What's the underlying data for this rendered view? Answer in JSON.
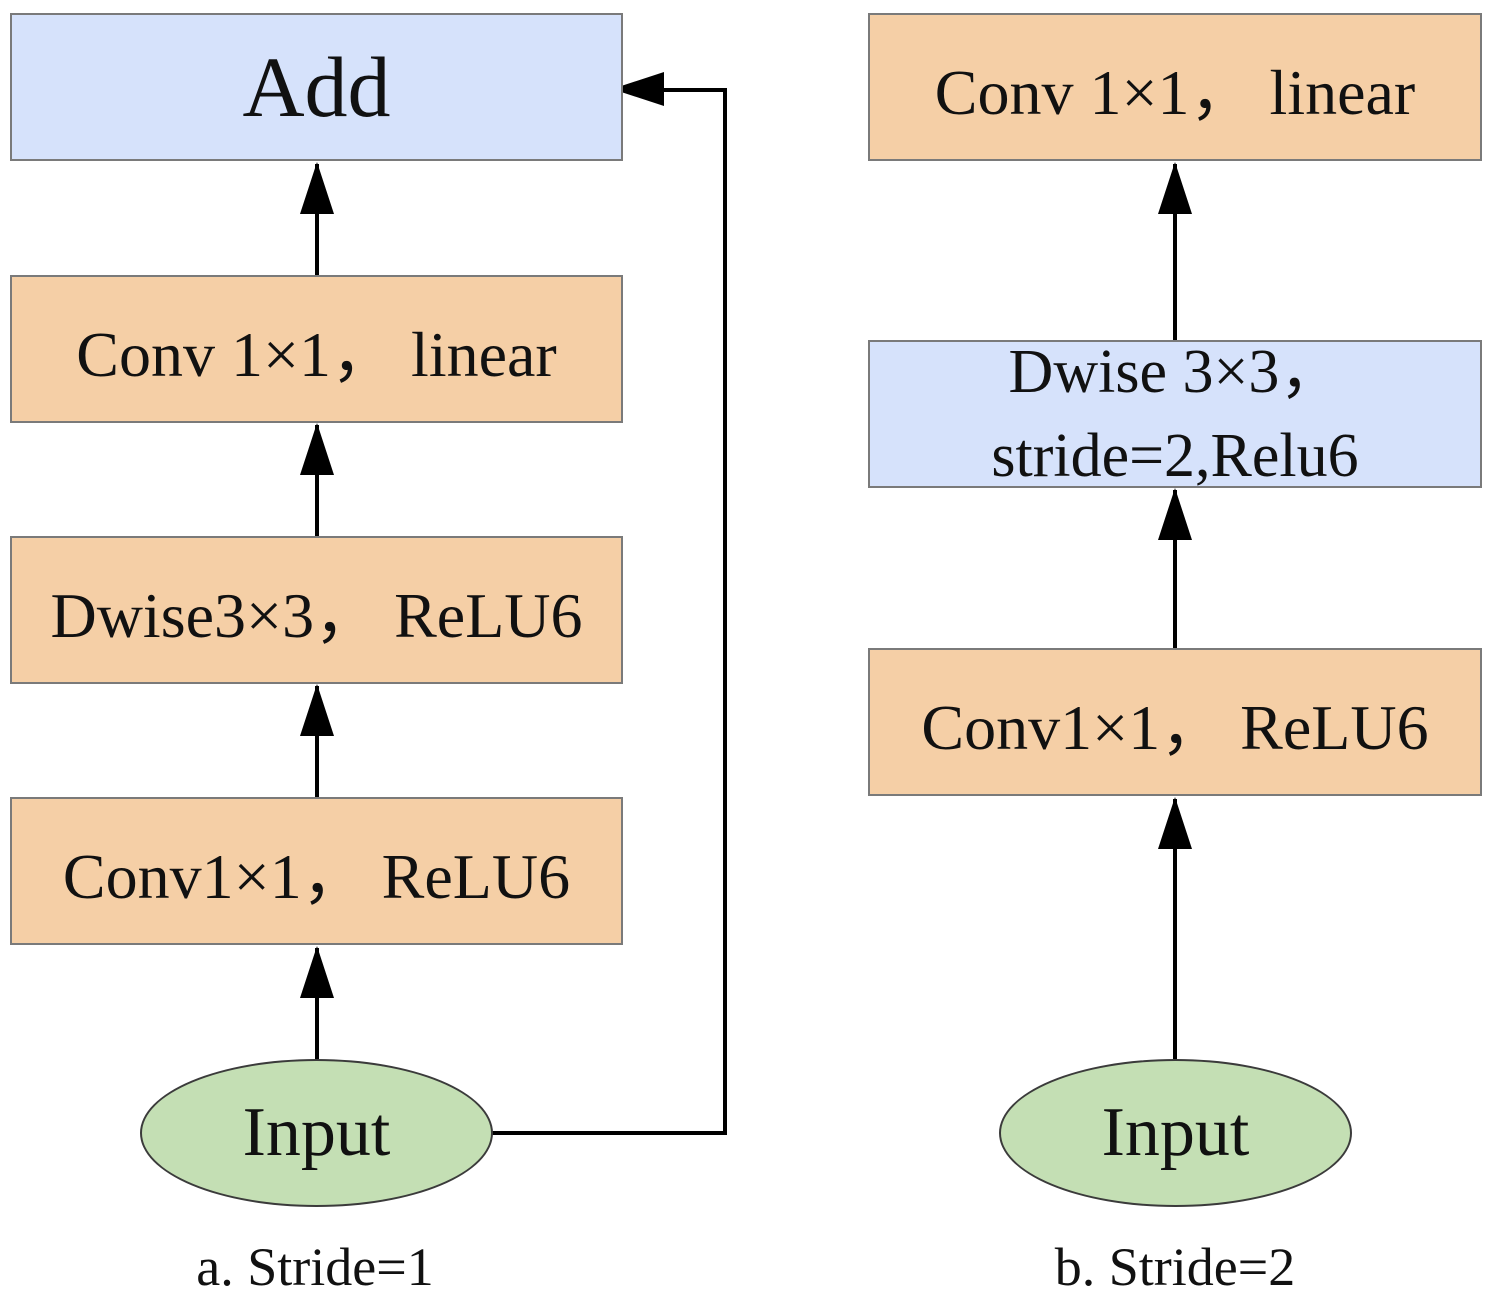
{
  "panel_a": {
    "add": "Add",
    "conv_linear": "Conv 1×1， linear",
    "dwise": "Dwise3×3， ReLU6",
    "conv_relu": "Conv1×1， ReLU6",
    "input": "Input",
    "caption": "a. Stride=1"
  },
  "panel_b": {
    "conv_linear": "Conv 1×1， linear",
    "dwise_line1": "Dwise 3×3，",
    "dwise_line2": "stride=2,Relu6",
    "conv_relu": "Conv1×1， ReLU6",
    "input": "Input",
    "caption": "b. Stride=2"
  },
  "colors": {
    "orange_block": "#f5cfa6",
    "blue_block": "#d6e2fb",
    "input_oval": "#c4dfb4",
    "arrow": "#000000"
  }
}
